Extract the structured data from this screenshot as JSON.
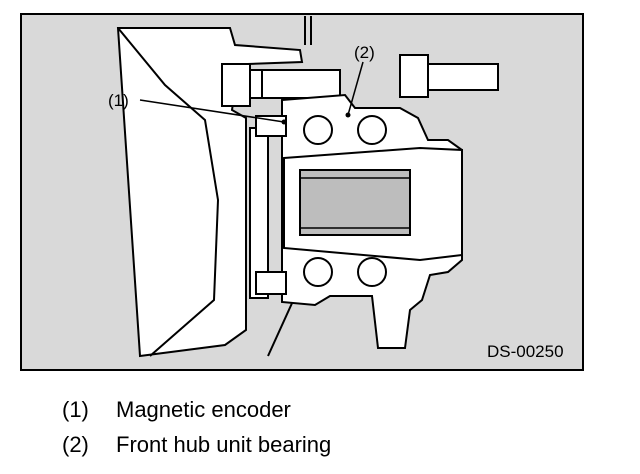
{
  "figure": {
    "id_label": "DS-00250",
    "callouts": [
      {
        "label": "(1)"
      },
      {
        "label": "(2)"
      }
    ]
  },
  "legend": [
    {
      "number": "(1)",
      "text": "Magnetic encoder"
    },
    {
      "number": "(2)",
      "text": "Front hub unit bearing"
    }
  ],
  "colors": {
    "line": "#000000",
    "fill_light": "#d9d9d9",
    "fill_mid": "#bdbdbd",
    "background": "#ffffff"
  }
}
